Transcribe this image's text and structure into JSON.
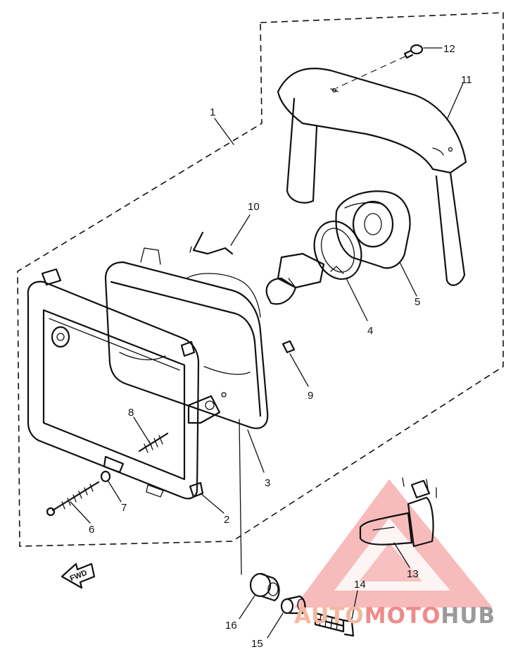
{
  "diagram": {
    "callouts": [
      {
        "id": "c1",
        "text": "1"
      },
      {
        "id": "c2",
        "text": "2"
      },
      {
        "id": "c3",
        "text": "3"
      },
      {
        "id": "c4",
        "text": "4"
      },
      {
        "id": "c5",
        "text": "5"
      },
      {
        "id": "c6",
        "text": "6"
      },
      {
        "id": "c7",
        "text": "7"
      },
      {
        "id": "c8",
        "text": "8"
      },
      {
        "id": "c9",
        "text": "9"
      },
      {
        "id": "c10",
        "text": "10"
      },
      {
        "id": "c11",
        "text": "11"
      },
      {
        "id": "c12",
        "text": "12"
      },
      {
        "id": "c13",
        "text": "13"
      },
      {
        "id": "c14",
        "text": "14"
      },
      {
        "id": "c15",
        "text": "15"
      },
      {
        "id": "c16",
        "text": "16"
      }
    ],
    "direction_label": "FWD"
  },
  "watermark": {
    "part1": "AUTO",
    "part2": "MOTO",
    "part3": "HUB",
    "colors": {
      "auto": "#f5b7a0",
      "moto": "#ef8b8b",
      "hub": "#9a9a9a",
      "triangle": "#ef5a5a"
    }
  }
}
